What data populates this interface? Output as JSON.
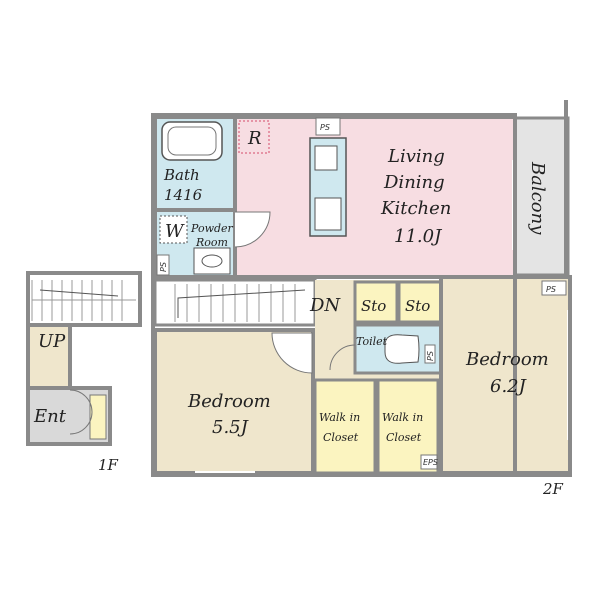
{
  "floor_labels": {
    "first": "1F",
    "second": "2F"
  },
  "rooms": {
    "ldk": {
      "line1": "Living",
      "line2": "Dining",
      "line3": "Kitchen",
      "size": "11.0J"
    },
    "bath": {
      "name": "Bath",
      "size": "1416"
    },
    "powder": {
      "line1": "Powder",
      "line2": "Room"
    },
    "bedroom_left": {
      "name": "Bedroom",
      "size": "5.5J"
    },
    "bedroom_right": {
      "name": "Bedroom",
      "size": "6.2J"
    },
    "walkin_left": {
      "line1": "Walk in",
      "line2": "Closet"
    },
    "walkin_right": {
      "line1": "Walk in",
      "line2": "Closet"
    },
    "toilet": "Toilet",
    "storage_left": "Sto",
    "storage_right": "Sto",
    "balcony": "Balcony",
    "down_stairs": "DN",
    "up_stairs": "UP",
    "entrance": "Ent"
  },
  "fixtures": {
    "refrigerator": "R",
    "washer": "W",
    "ps_top": "PS",
    "ps_right": "PS",
    "ps_left": "PS",
    "ps_toilet": "PS",
    "eps": "EPS"
  },
  "colors": {
    "wall": "#8a8a8a",
    "ldk": "#f7dde2",
    "wet": "#cfe8ef",
    "floor": "#efe6cc",
    "closet": "#fbf4c0",
    "balcony": "#e4e4e4",
    "stair": "#ffffff"
  }
}
